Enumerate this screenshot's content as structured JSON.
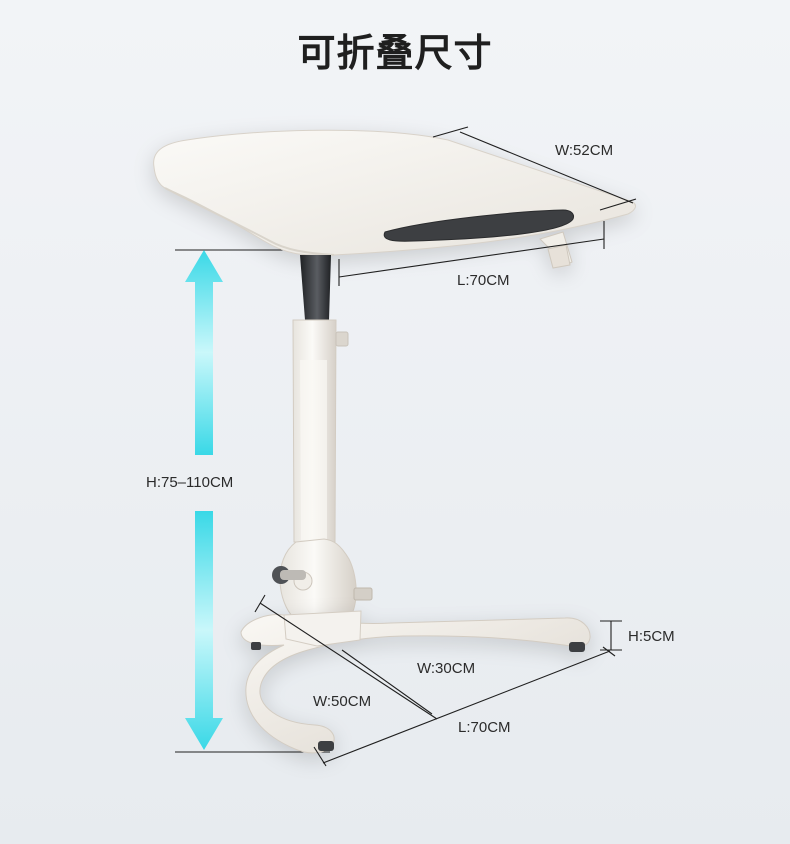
{
  "title": "可折叠尺寸",
  "dimensions": {
    "top_width": "W:52CM",
    "top_length": "L:70CM",
    "height_range": "H:75–110CM",
    "base_height": "H:5CM",
    "base_width_inner": "W:30CM",
    "base_width_outer": "W:50CM",
    "base_length": "L:70CM"
  },
  "colors": {
    "background": "#eef1f4",
    "arrow_gradient_start": "#30d7e6",
    "arrow_gradient_end": "#87eef7",
    "table_white": "#f5f3ee",
    "table_shadow": "#d7d2c8",
    "mat_dark": "#3a3b3d",
    "post_dark": "#2f3134"
  }
}
